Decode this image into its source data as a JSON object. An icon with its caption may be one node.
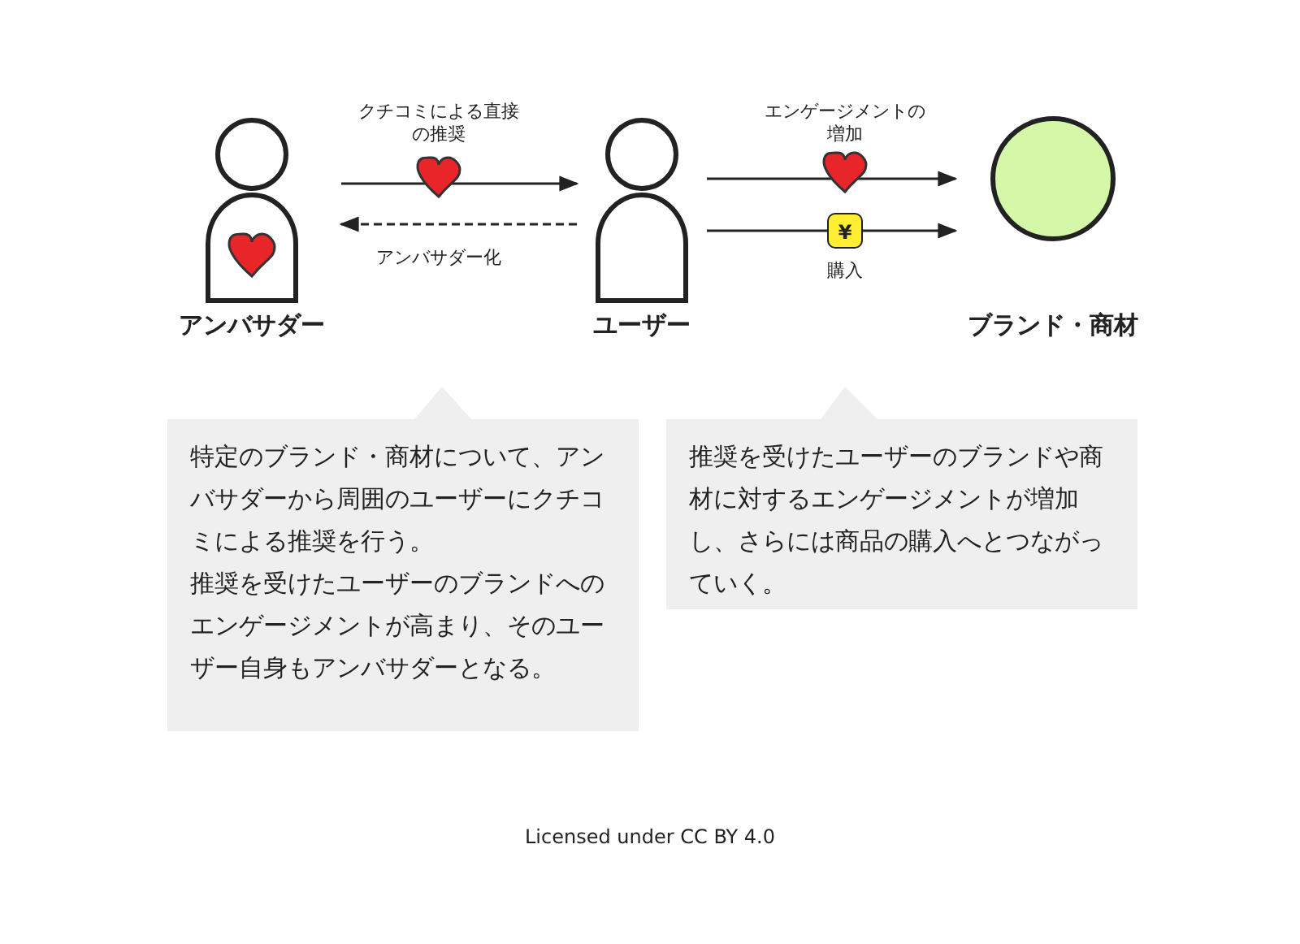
{
  "diagram": {
    "caption": "Licensed under CC BY 4.0",
    "nodes": [
      {
        "text": [
          "アンバサダー"
        ]
      },
      {
        "text": [
          "ユーザー"
        ]
      },
      {
        "text": [
          "ブランド・商材"
        ]
      },
      {
        "text": [
          "特定のブランド・商材について、アンバサダーから周囲のユーザーにクチコミによる推奨を行う。",
          "推奨を受けたユーザーのブランドへのエンゲージメントが高まり、そのユーザー自身もアンバサダーとなる。"
        ]
      },
      {
        "text": [
          "推奨を受けたユーザーのブランドや商材に対するエンゲージメントが増加し、さらには商品の購入へとつながっていく。"
        ]
      }
    ],
    "edges": [
      {
        "from": 0,
        "to": 1,
        "arrow": "to",
        "label": "クチコミによる直接の推奨"
      },
      {
        "from": 1,
        "to": 0,
        "arrow": "to",
        "label": "アンバサダー化",
        "style": "dashed"
      },
      {
        "from": 1,
        "to": 2,
        "arrow": "to",
        "label": "エンゲージメントの増加"
      },
      {
        "from": 1,
        "to": 2,
        "arrow": "to",
        "label": "購入"
      }
    ],
    "labels": [
      "¥"
    ]
  }
}
